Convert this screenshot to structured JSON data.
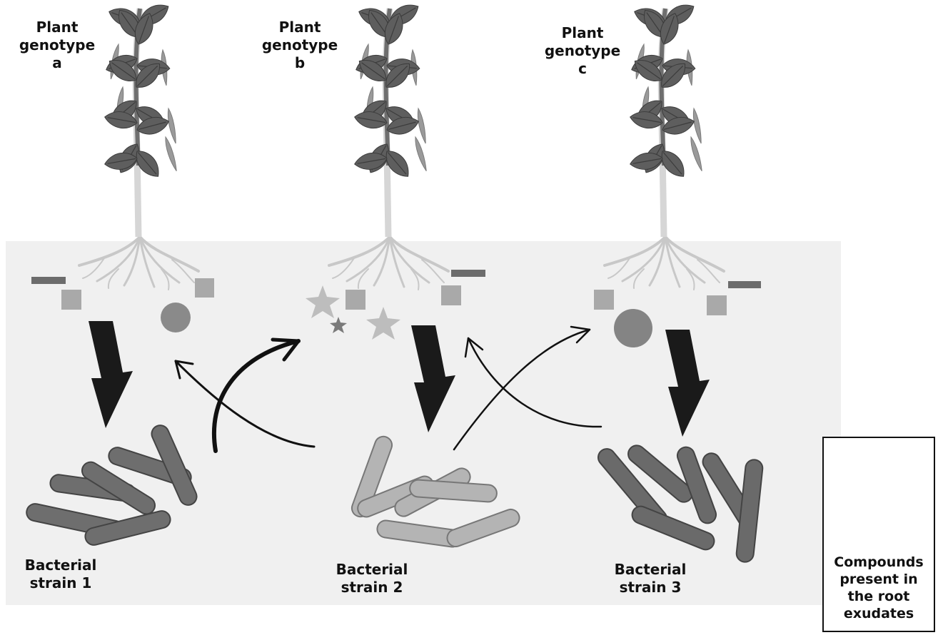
{
  "plants": [
    {
      "line1": "Plant",
      "line2": "genotype",
      "line3": "a"
    },
    {
      "line1": "Plant",
      "line2": "genotype",
      "line3": "b"
    },
    {
      "line1": "Plant",
      "line2": "genotype",
      "line3": "c"
    }
  ],
  "bacteria": [
    {
      "line1": "Bacterial",
      "line2": "strain 1"
    },
    {
      "line1": "Bacterial",
      "line2": "strain 2"
    },
    {
      "line1": "Bacterial",
      "line2": "strain 3"
    }
  ],
  "legend": {
    "line1": "Compounds",
    "line2": "present in",
    "line3": "the root",
    "line4": "exudates"
  },
  "colors": {
    "soil": "#f0f0f0",
    "leaf": "#5e5e5e",
    "leaf_vein": "#3c3c3c",
    "pod": "#9a9a9a",
    "root": "#c8c8c8",
    "strain1": "#6e6e6e",
    "strain2": "#b4b4b4",
    "strain3": "#6a6a6a",
    "arrow": "#1a1a1a",
    "square": "#a9a9a9",
    "bar": "#6c6c6c",
    "circle": "#8a8a8a",
    "star_light": "#bdbdbd",
    "star_dark": "#7a7a7a",
    "speckle": "#848484"
  }
}
